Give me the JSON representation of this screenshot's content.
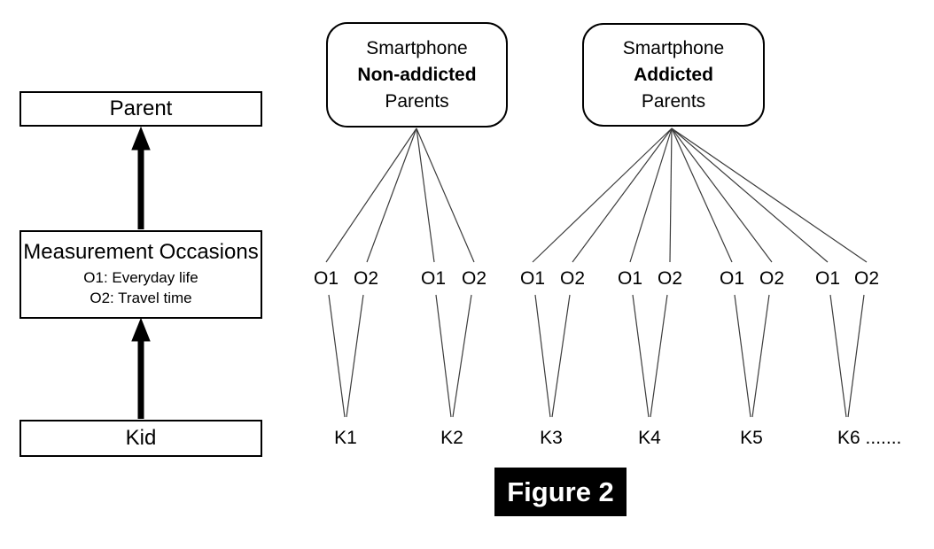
{
  "left_flow": {
    "parent": "Parent",
    "occasions_title": "Measurement Occasions",
    "occasion1_desc": "O1: Everyday life",
    "occasion2_desc": "O2: Travel time",
    "kid": "Kid"
  },
  "parent_groups": {
    "non_addicted": {
      "line1": "Smartphone",
      "line2": "Non-addicted",
      "line3": "Parents"
    },
    "addicted": {
      "line1": "Smartphone",
      "line2": "Addicted",
      "line3": "Parents"
    }
  },
  "occasion_labels": [
    "O1",
    "O2",
    "O1",
    "O2",
    "O1",
    "O2",
    "O1",
    "O2",
    "O1",
    "O2",
    "O1",
    "O2"
  ],
  "kid_labels": [
    "K1",
    "K2",
    "K3",
    "K4",
    "K5",
    "K6 ......."
  ],
  "caption": {
    "text": "Figure 2"
  },
  "colors": {
    "line": "#3c3c3c",
    "arrow": "#000000",
    "box_border": "#000000",
    "caption_bg": "#000000",
    "caption_fg": "#ffffff",
    "background": "#ffffff"
  }
}
